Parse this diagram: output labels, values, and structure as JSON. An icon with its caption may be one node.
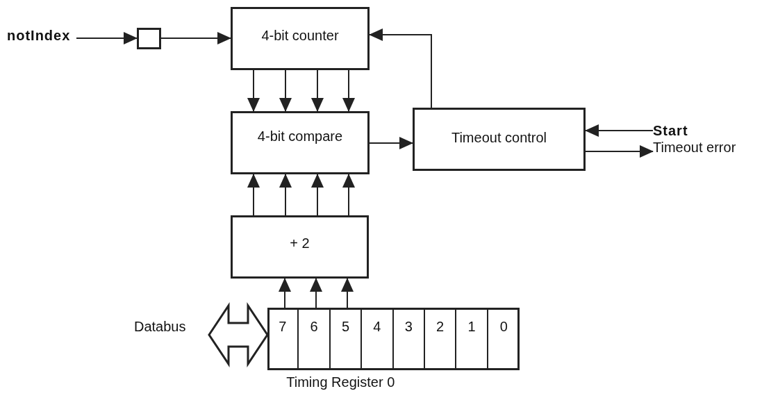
{
  "diagram": {
    "nodes": [
      {
        "text": [
          "notIndex"
        ]
      },
      {
        "text": [],
        "shape": "box"
      },
      {
        "text": [
          "4-bit counter"
        ]
      },
      {
        "text": [
          "4-bit compare"
        ]
      },
      {
        "text": [
          "Timeout control"
        ]
      },
      {
        "text": [
          "Start"
        ]
      },
      {
        "text": [
          "Timeout error"
        ]
      },
      {
        "text": [
          "+ 2"
        ]
      },
      {
        "text": [
          "Timing Register 0"
        ]
      },
      {
        "text": [
          "7"
        ],
        "in": 8
      },
      {
        "text": [
          "6"
        ],
        "in": 8
      },
      {
        "text": [
          "5"
        ],
        "in": 8
      },
      {
        "text": [
          "4"
        ],
        "in": 8
      },
      {
        "text": [
          "3"
        ],
        "in": 8
      },
      {
        "text": [
          "2"
        ],
        "in": 8
      },
      {
        "text": [
          "1"
        ],
        "in": 8
      },
      {
        "text": [
          "0"
        ],
        "in": 8
      },
      {
        "text": [
          "Databus"
        ]
      }
    ],
    "edges": [
      {
        "from": 0,
        "to": 1,
        "arrow": "to"
      },
      {
        "from": 1,
        "to": 2,
        "arrow": "to"
      },
      {
        "from": 2,
        "to": 3,
        "arrow": "to"
      },
      {
        "from": 2,
        "to": 3,
        "arrow": "to"
      },
      {
        "from": 2,
        "to": 3,
        "arrow": "to"
      },
      {
        "from": 2,
        "to": 3,
        "arrow": "to"
      },
      {
        "from": 3,
        "to": 4,
        "arrow": "to"
      },
      {
        "from": 4,
        "to": 2,
        "arrow": "to"
      },
      {
        "from": 5,
        "to": 4,
        "arrow": "to"
      },
      {
        "from": 4,
        "to": 6,
        "arrow": "to"
      },
      {
        "from": 7,
        "to": 3,
        "arrow": "to"
      },
      {
        "from": 7,
        "to": 3,
        "arrow": "to"
      },
      {
        "from": 7,
        "to": 3,
        "arrow": "to"
      },
      {
        "from": 7,
        "to": 3,
        "arrow": "to"
      },
      {
        "from": 9,
        "to": 7,
        "arrow": "to"
      },
      {
        "from": 10,
        "to": 7,
        "arrow": "to"
      },
      {
        "from": 11,
        "to": 7,
        "arrow": "to"
      },
      {
        "from": 17,
        "to": 8,
        "arrow": "both",
        "style": "thick"
      }
    ]
  }
}
